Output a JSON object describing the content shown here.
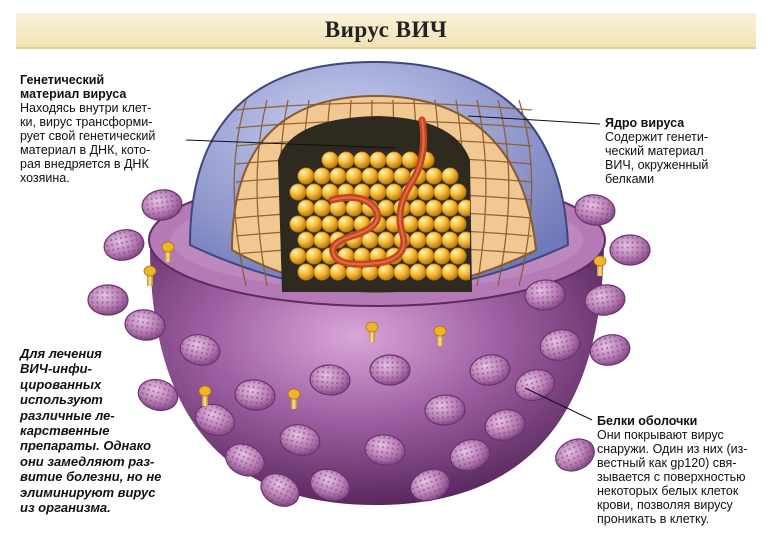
{
  "title": "Вирус ВИЧ",
  "labels": {
    "genetic": {
      "head": "Генетический\nматериал вируса",
      "body": "Находясь внутри клет-\nки, вирус трансформи-\nрует свой генетический\nматериал в ДНК, кото-\nрая внедряется в ДНК\nхозяина."
    },
    "core": {
      "head": "Ядро вируса",
      "body": "Содержит генети-\nческий материал\nВИЧ, окруженный\nбелками"
    },
    "envelope": {
      "head": "Белки оболочки",
      "body": "Они покрывают вирус\nснаружи. Один из них (из-\nвестный как gp120) свя-\nзывается с поверхностью\nнекоторых белых клеток\nкрови, позволяя вирусу\nпроникать в клетку."
    },
    "treatment": "Для лечения\nВИЧ-инфи-\nцированных\nиспользуют\nразличные ле-\nкарственные\nпрепараты. Однако\nони замедляют раз-\nвитие болезни, но не\nэлиминируют вирус\nиз организма."
  },
  "colors": {
    "envelope": "#9b5a9e",
    "envelope_dark": "#5e2a63",
    "knob": "#b77ab3",
    "capsid": "#f2c892",
    "capsid_line": "#8a5a2a",
    "shell": "#9aa3d6",
    "core_yellow": "#f4b832",
    "rna": "#c2461e",
    "stud": "#e0a020"
  }
}
